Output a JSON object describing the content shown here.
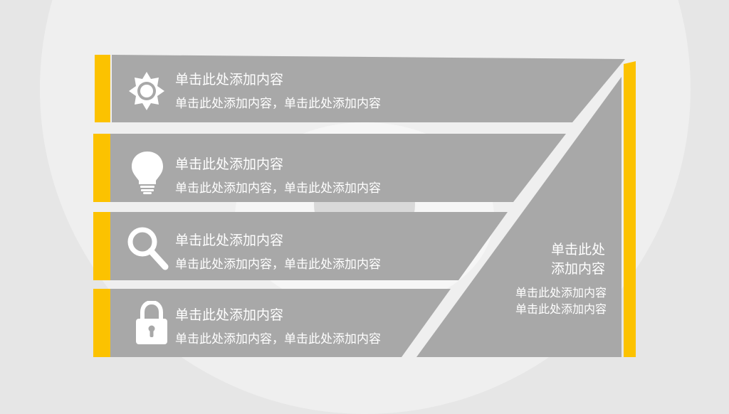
{
  "colors": {
    "accent": "#fcc200",
    "panel": "#a8a8a8",
    "background": "#e6e6e6",
    "text": "#ffffff"
  },
  "rows": [
    {
      "icon": "gear-icon",
      "title": "单击此处添加内容",
      "desc": "单击此处添加内容，单击此处添加内容"
    },
    {
      "icon": "lightbulb-icon",
      "title": "单击此处添加内容",
      "desc": "单击此处添加内容，单击此处添加内容"
    },
    {
      "icon": "magnifier-icon",
      "title": "单击此处添加内容",
      "desc": "单击此处添加内容，单击此处添加内容"
    },
    {
      "icon": "lock-icon",
      "title": "单击此处添加内容",
      "desc": "单击此处添加内容，单击此处添加内容"
    }
  ],
  "side": {
    "title": "单击此处\n添加内容",
    "desc": "单击此处添加内容\n单击此处添加内容"
  }
}
